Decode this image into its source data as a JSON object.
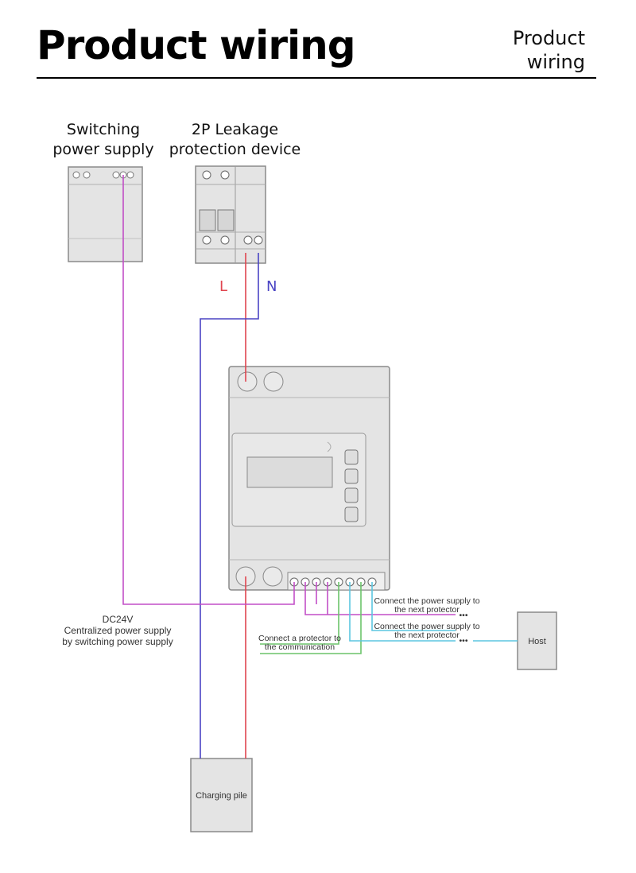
{
  "header": {
    "title": "Product wiring",
    "subtitle": "Product wiring"
  },
  "devices": {
    "switching_power_supply": "Switching power supply",
    "leakage_device": "2P Leakage protection device",
    "charging_pile": "Charging pile",
    "host": "Host"
  },
  "wires": {
    "live": "L",
    "neutral": "N"
  },
  "annotations": {
    "dc_voltage": "DC24V",
    "dc_desc_1": "Centralized power supply",
    "dc_desc_2": "by switching power supply",
    "next_power_1a": "Connect the power supply to",
    "next_power_1b": "the next protector",
    "next_power_2a": "Connect the power supply to",
    "next_power_2b": "the next protector",
    "comm_a": "Connect a protector to",
    "comm_b": "the communication",
    "ellipsis_1": "•••",
    "ellipsis_2": "•••"
  },
  "colors": {
    "live": "#e0454f",
    "neutral": "#4a44c4",
    "dc": "#c24fc7",
    "comm_green": "#6cc46a",
    "comm_cyan": "#5cc6e0",
    "device_fill": "#e4e4e4",
    "device_stroke": "#8a8a8a"
  }
}
